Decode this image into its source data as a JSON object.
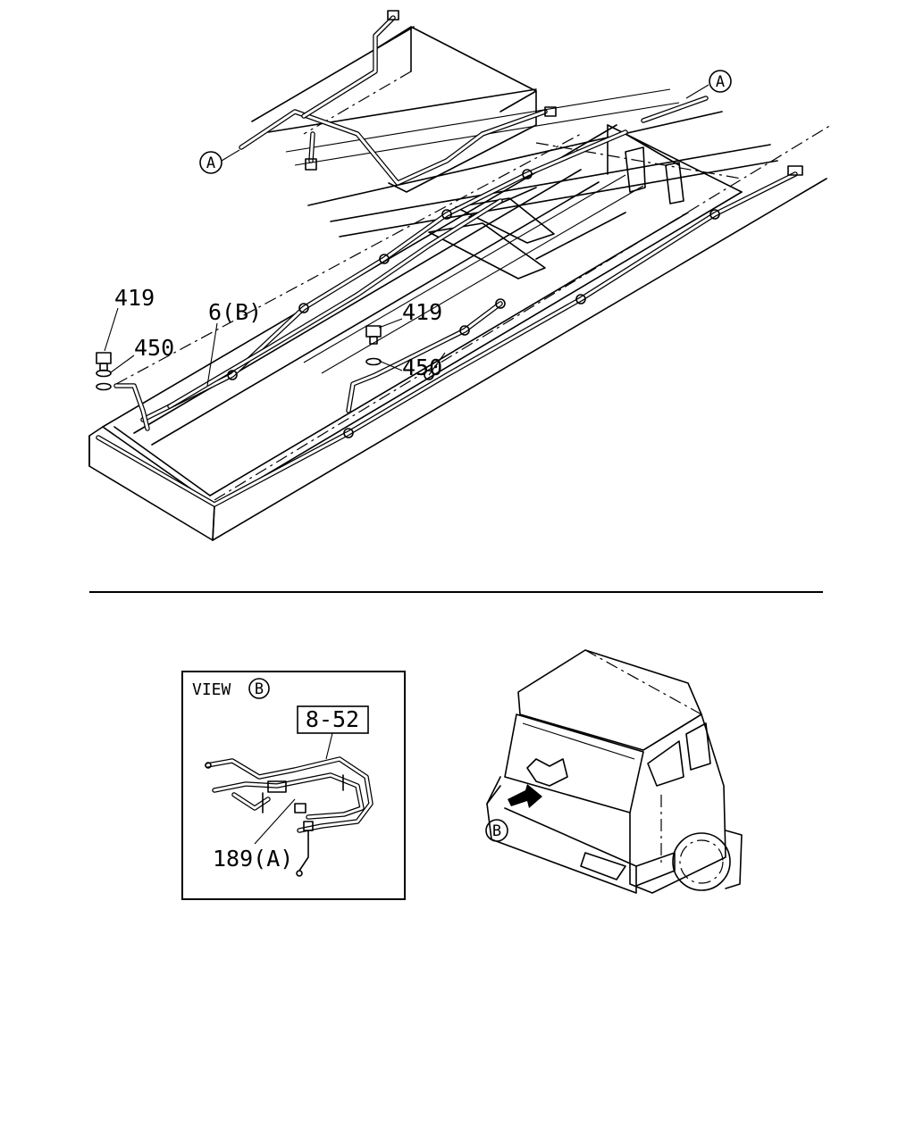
{
  "callouts": {
    "part_419_left": "419",
    "part_450_left": "450",
    "part_6b": "6(B)",
    "part_419_right": "419",
    "part_450_right": "450",
    "ref_a_left": "A",
    "ref_a_right": "A"
  },
  "view_b": {
    "title": "VIEW",
    "view_letter": "B",
    "ref_box": "8-52",
    "part_189a": "189(A)"
  },
  "cab": {
    "ref_b": "B"
  }
}
